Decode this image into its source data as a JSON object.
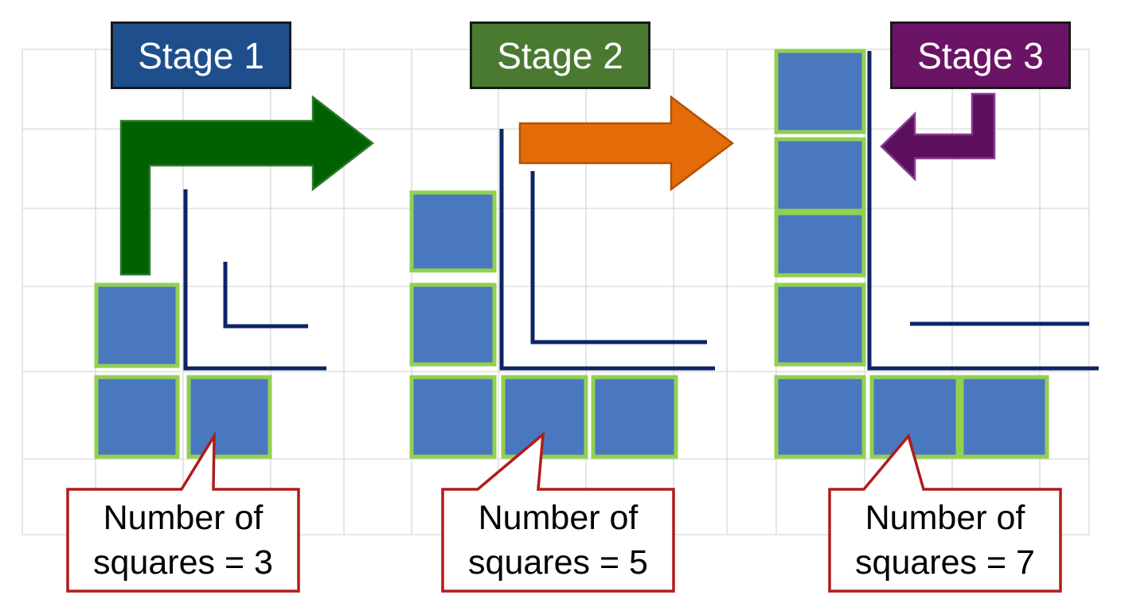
{
  "colors": {
    "grid": "#d9d9d9",
    "square_fill": "#4a78bf",
    "square_border": "#92d050",
    "axis_line": "#0d2466",
    "callout_border": "#b01c1c",
    "stage1_bg": "#1f4e8c",
    "stage2_bg": "#4a7a30",
    "stage3_bg": "#6b1466",
    "arrow_green": "#006100",
    "arrow_orange": "#e36c09",
    "arrow_purple": "#5b0f5e"
  },
  "stages": [
    {
      "title": "Stage 1",
      "callout": {
        "line1": "Number of",
        "line2": "squares = 3"
      },
      "square_count": 3
    },
    {
      "title": "Stage 2",
      "callout": {
        "line1": "Number of",
        "line2": "squares = 5"
      },
      "square_count": 5
    },
    {
      "title": "Stage 3",
      "callout": {
        "line1": "Number of",
        "line2": "squares = 7"
      },
      "square_count": 7
    }
  ],
  "arrows": [
    {
      "name": "arrow-stage1-to-stage2",
      "color_key": "arrow_green"
    },
    {
      "name": "arrow-stage2-to-stage3",
      "color_key": "arrow_orange"
    },
    {
      "name": "arrow-stage3-pointer",
      "color_key": "arrow_purple"
    }
  ]
}
